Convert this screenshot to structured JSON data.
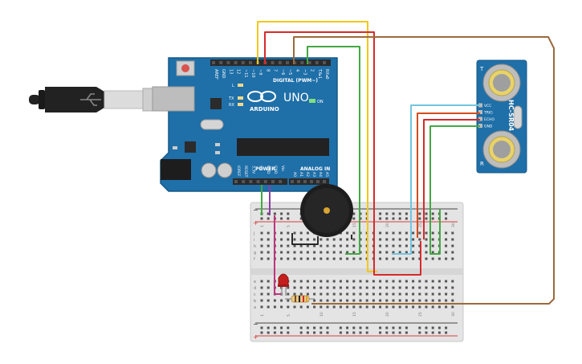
{
  "arduino": {
    "brand": "ARDUINO",
    "model": "UNO",
    "digital_label": "DIGITAL (PWM~)",
    "analog_label": "ANALOG IN",
    "power_label": "POWER",
    "on_label": "ON",
    "l_label": "L",
    "tx_label": "TX",
    "rx_label": "RX",
    "digital_pins": [
      "AREF",
      "GND",
      "13",
      "12",
      "~11",
      "~10",
      "~9",
      "8",
      "7",
      "~6",
      "~5",
      "4",
      "~3",
      "2",
      "TX▸1",
      "RX◂0"
    ],
    "power_pins": [
      "IOREF",
      "RESET",
      "3.3V",
      "5V",
      "GND",
      "GND",
      "Vin"
    ],
    "analog_pins": [
      "A0",
      "A1",
      "A2",
      "A3",
      "A4",
      "A5"
    ],
    "board_color": "#1f6fa8",
    "led_on_color": "#7ee07e",
    "reset_color": "#d9534f"
  },
  "sensor": {
    "name": "HC-SR04",
    "pins": [
      "VCC",
      "TRIG",
      "ECHO",
      "GND"
    ],
    "transducer_left": "T",
    "transducer_right": "R",
    "color": "#1f6fa8"
  },
  "breadboard": {
    "plus": "+",
    "minus": "−",
    "col_numbers": [
      "1",
      "5",
      "10",
      "15",
      "20",
      "25",
      "30"
    ],
    "row_letters_top": [
      "j",
      "i",
      "h",
      "g",
      "f"
    ],
    "row_letters_bottom": [
      "e",
      "d",
      "c",
      "b",
      "a"
    ]
  },
  "wire_colors": {
    "yellow": "#f2c81a",
    "red": "#d62b2b",
    "brown": "#9b6a3d",
    "green": "#43a843",
    "cyan": "#73c5e0",
    "black": "#2b2b2b",
    "purple": "#8b3ea6",
    "magenta": "#c0357e"
  },
  "components": {
    "buzzer": "piezo-buzzer",
    "led": "red-led",
    "resistor": "resistor",
    "usb": "usb-cable"
  }
}
